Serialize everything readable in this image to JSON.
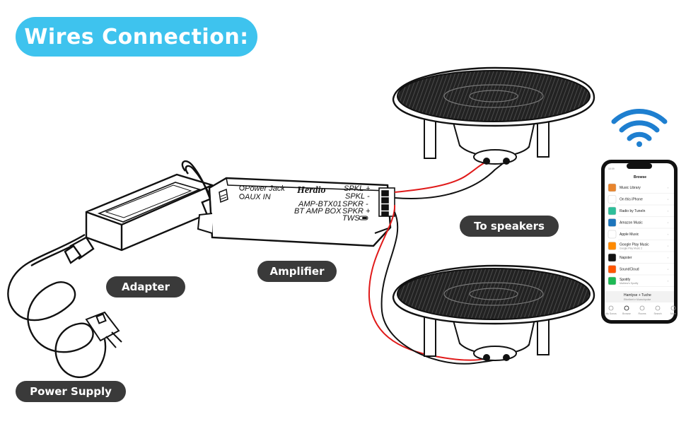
{
  "title": "Wires Connection:",
  "labels": {
    "adapter": "Adapter",
    "amplifier": "Amplifier",
    "to_speakers": "To speakers",
    "power_supply": "Power Supply"
  },
  "amplifier": {
    "brand": "Herdio",
    "model": "AMP-BTX01",
    "subtitle": "BT AMP BOX",
    "power_jack": "Power Jack",
    "aux_in": "AUX IN",
    "terminals": [
      "SPKL +",
      "SPKL -",
      "SPKR -",
      "SPKR +",
      "TWS"
    ]
  },
  "phone": {
    "time": "10:09",
    "header": "Browse",
    "items": [
      {
        "label": "Music Library",
        "icon": "library-icon",
        "color": "#e8842c"
      },
      {
        "label": "On this iPhone",
        "icon": "phone-icon",
        "color": "#ffffff"
      },
      {
        "label": "Radio by TuneIn",
        "icon": "tunein-icon",
        "color": "#2dbe9a"
      },
      {
        "label": "Amazon Music",
        "icon": "amazon-icon",
        "color": "#1c75bc"
      },
      {
        "label": "Apple Music",
        "icon": "apple-music-icon",
        "color": "#ffffff"
      },
      {
        "label": "Google Play Music",
        "sub": "Google Play Music 2",
        "icon": "google-play-icon",
        "color": "#ff8a00"
      },
      {
        "label": "Napster",
        "icon": "napster-icon",
        "color": "#111111"
      },
      {
        "label": "SoundCloud",
        "icon": "soundcloud-icon",
        "color": "#ff5500"
      },
      {
        "label": "Spotify",
        "sub": "Mathew's Spotify",
        "icon": "spotify-icon",
        "color": "#1db954"
      }
    ],
    "now_playing": "Hamlyse + Tuche",
    "now_playing_sub": "Ethelbert e Muzschpulse",
    "tabs": [
      "My Sonos",
      "Browse",
      "Rooms",
      "Search",
      "More"
    ]
  },
  "colors": {
    "title_pill": "#3ec3ee",
    "label_pill": "#3a3a3a",
    "wire_red": "#e01a1a",
    "wire_black": "#111111",
    "wifi": "#1e7fd0"
  }
}
